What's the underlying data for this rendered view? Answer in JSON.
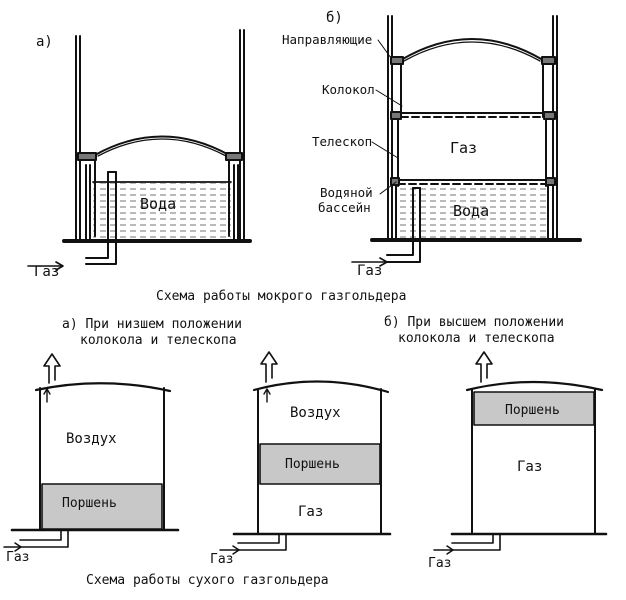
{
  "wet": {
    "variant_a": "а)",
    "variant_b": "б)",
    "water": "Вода",
    "gas": "Газ",
    "inlet_gas": "Газ",
    "guides": "Направляющие",
    "bell": "Колокол",
    "telescope": "Телескоп",
    "pool_line1": "Водяной",
    "pool_line2": "бассейн",
    "caption": "Схема работы мокрого газгольдера"
  },
  "dry": {
    "low_line1": "а) При низшем положении",
    "low_line2": "колокола и телескопа",
    "high_line1": "б) При высшем положении",
    "high_line2": "колокола и телескопа",
    "air": "Воздух",
    "piston": "Поршень",
    "gas": "Газ",
    "inlet_gas": "Газ",
    "caption": "Схема работы сухого газгольдера"
  },
  "colors": {
    "ink": "#111111",
    "water_hatch": "#666666",
    "piston_fill": "#c8c8c8",
    "background": "#ffffff"
  }
}
